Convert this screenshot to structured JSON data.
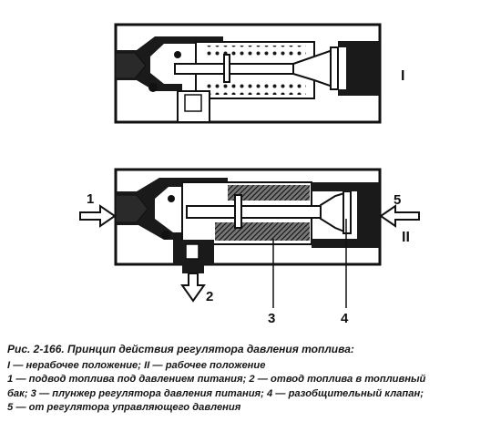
{
  "figure": {
    "roman_labels": {
      "top": "I",
      "bottom": "II"
    },
    "callouts": {
      "c1": "1",
      "c2": "2",
      "c3": "3",
      "c4": "4",
      "c5": "5"
    }
  },
  "caption": {
    "title": "Рис. 2-166. Принцип действия регулятора давления топлива:",
    "lines": [
      "I — нерабочее положение; II — рабочее положение",
      "1 — подвод топлива под давлением питания; 2 — отвод топлива в топливный",
      "бак; 3 — плунжер регулятора давления питания; 4 — разобщительный клапан;",
      "5 — от регулятора управляющего давления"
    ]
  },
  "colors": {
    "ink": "#111111",
    "body_fill": "#ffffff",
    "dark_fill": "#1a1a1a",
    "hatch": "#3a3a3a"
  }
}
